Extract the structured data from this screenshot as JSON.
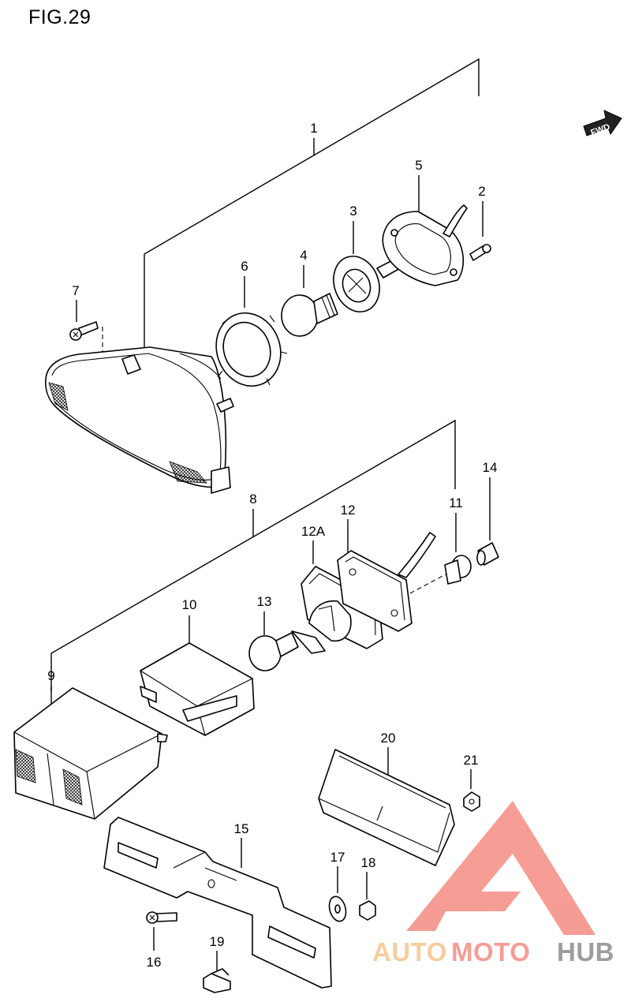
{
  "figure": {
    "title": "FIG.29"
  },
  "direction_marker": {
    "label": "FWD",
    "icon": "forward-arrow-icon"
  },
  "labels": {
    "l1": "1",
    "l2": "2",
    "l3": "3",
    "l4": "4",
    "l5": "5",
    "l6": "6",
    "l7": "7",
    "l8": "8",
    "l9": "9",
    "l10": "10",
    "l11": "11",
    "l12": "12",
    "l12a": "12A",
    "l13": "13",
    "l14": "14",
    "l15": "15",
    "l16": "16",
    "l17": "17",
    "l18": "18",
    "l19": "19",
    "l20": "20",
    "l21": "21"
  },
  "watermark": {
    "part1": "AUTO",
    "part2": "MOTO",
    "part3": "HUB",
    "colors": {
      "auto": "#f6c58e",
      "moto": "#f48d83",
      "hub": "#8c8c8c",
      "logo": "#f48d83"
    }
  }
}
